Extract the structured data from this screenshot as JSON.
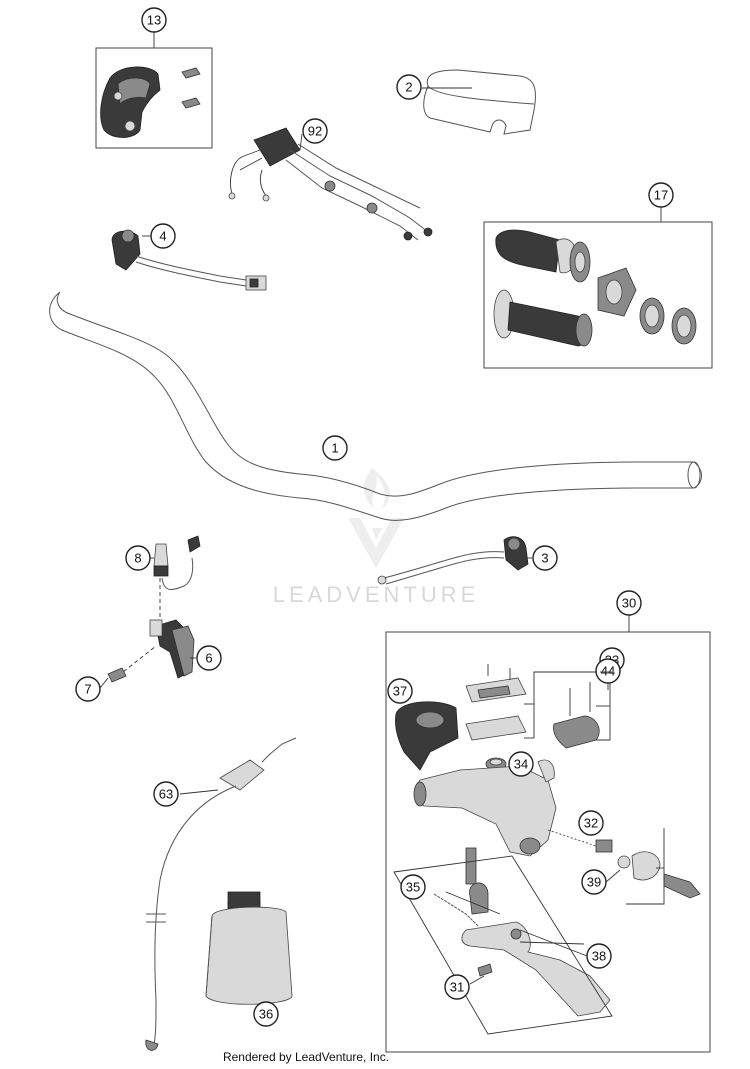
{
  "diagram": {
    "callouts": {
      "handlebar": "1",
      "handlebar_pad": "2",
      "right_switch": "3",
      "left_switch": "4",
      "bracket": "6",
      "screw_7": "7",
      "plug_8": "8",
      "throttle_assembly": "13",
      "grip_set": "17",
      "clutch_master_cylinder": "30",
      "lever": "31",
      "piston_spring": "32",
      "cover_screws": "33",
      "diaphragm": "34",
      "adjuster_35": "35",
      "oil_bottle": "36",
      "protector_cap": "37",
      "lever_kit": "38",
      "bellows": "39",
      "clamp_screws": "44",
      "clutch_hose": "63",
      "throttle_cables": "92"
    },
    "caption": "Rendered by LeadVenture, Inc.",
    "watermark": "LEADVENTURE"
  }
}
